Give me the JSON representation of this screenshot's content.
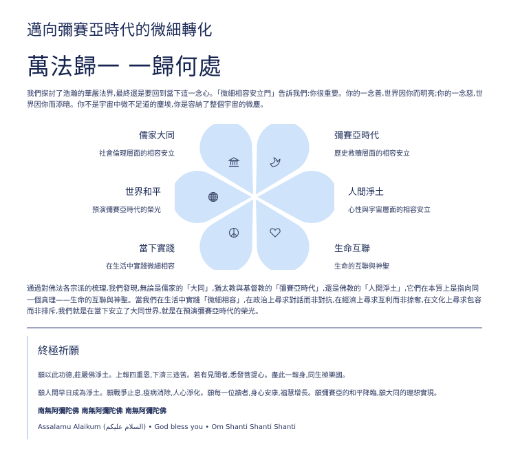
{
  "header": {
    "subtitle": "邁向彌賽亞時代的微細轉化",
    "title": "萬法歸一 一歸何處"
  },
  "intro": "我們探討了浩瀚的華嚴法界,最終還是要回到當下這一念心。「微細相容安立門」告訴我們:你很重要。你的一念善,世界因你而明亮;你的一念惡,世界因你而添暗。你不是宇宙中微不足道的塵埃,你是容納了整個宇宙的微塵。",
  "flower": {
    "petal_color": "#cfe3fb",
    "icon_color": "#3a4466",
    "petals": [
      {
        "position": "top-left",
        "icon": "bank-icon"
      },
      {
        "position": "top-right",
        "icon": "dove-icon"
      },
      {
        "position": "left",
        "icon": "globe-icon"
      },
      {
        "position": "right",
        "icon": ""
      },
      {
        "position": "bottom-left",
        "icon": "peace-icon"
      },
      {
        "position": "bottom-right",
        "icon": "heart-icon"
      }
    ]
  },
  "labels": [
    {
      "title": "儒家大同",
      "desc": "社會倫理層面的相容安立"
    },
    {
      "title": "彌賽亞時代",
      "desc": "歷史救贖層面的相容安立"
    },
    {
      "title": "世界和平",
      "desc": "預演彌賽亞時代的榮光"
    },
    {
      "title": "人間淨土",
      "desc": "心性與宇宙層面的相容安立"
    },
    {
      "title": "當下實踐",
      "desc": "在生活中實踐微細相容"
    },
    {
      "title": "生命互聯",
      "desc": "生命的互聯與神聖"
    }
  ],
  "body": "通過對佛法各宗派的梳理,我們發現,無論是儒家的「大同」,猶太教與基督教的「彌賽亞時代」,還是佛教的「人間淨土」,它們在本質上是指向同一個真理——生命的互聯與神聖。當我們在生活中實踐「微細相容」,在政治上尋求對話而非對抗,在經濟上尋求互利而非掠奪,在文化上尋求包容而非排斥,我們就是在當下安立了大同世界,就是在預演彌賽亞時代的榮光。",
  "prayer": {
    "heading": "終極祈願",
    "lines": [
      "願以此功德,莊嚴佛淨土。上報四重恩,下濟三途苦。若有見聞者,悉發菩提心。盡此一報身,同生極樂國。",
      "願人間早日成為淨土。願戰爭止息,疫病消除,人心淨化。願每一位讀者,身心安康,福慧增長。願彌賽亞的和平降臨,願大同的理想實現。",
      "南無阿彌陀佛 南無阿彌陀佛 南無阿彌陀佛",
      "Assalamu Alaikum (السلام عليكم) • God bless you • Om Shanti Shanti Shanti"
    ]
  }
}
